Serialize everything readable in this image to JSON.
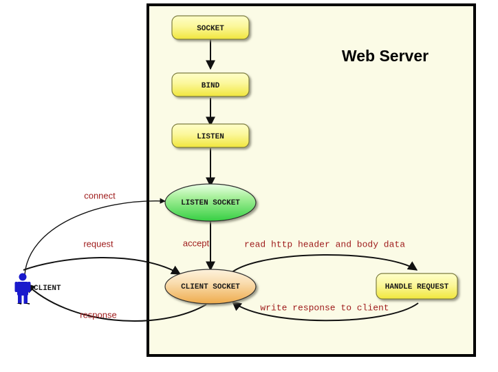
{
  "diagram": {
    "title": "Web Server",
    "boundary": {
      "label": "Web Server",
      "fill": "#fbfbe6",
      "stroke": "#000000"
    },
    "actor": {
      "label": "CLIENT",
      "icon": "person-icon",
      "color": "#1a1acc"
    },
    "nodes": [
      {
        "id": "socket",
        "label": "SOCKET",
        "shape": "rounded-rect",
        "fill_top": "#fdfdb0",
        "fill_bottom": "#f2e744"
      },
      {
        "id": "bind",
        "label": "BIND",
        "shape": "rounded-rect",
        "fill_top": "#fdfdb0",
        "fill_bottom": "#f2e744"
      },
      {
        "id": "listen",
        "label": "LISTEN",
        "shape": "rounded-rect",
        "fill_top": "#fdfdb0",
        "fill_bottom": "#f2e744"
      },
      {
        "id": "listen_socket",
        "label": "LISTEN SOCKET",
        "shape": "ellipse",
        "fill_top": "#e8ffe2",
        "fill_bottom": "#3fd14a"
      },
      {
        "id": "client_socket",
        "label": "CLIENT SOCKET",
        "shape": "ellipse",
        "fill_top": "#fdf0d8",
        "fill_bottom": "#f0ad4e"
      },
      {
        "id": "handle_request",
        "label": "HANDLE REQUEST",
        "shape": "rounded-rect",
        "fill_top": "#fdfdb0",
        "fill_bottom": "#f2e744"
      }
    ],
    "edges": [
      {
        "id": "e_socket_bind",
        "label": "",
        "from": "socket",
        "to": "bind"
      },
      {
        "id": "e_bind_listen",
        "label": "",
        "from": "bind",
        "to": "listen"
      },
      {
        "id": "e_listen_lsock",
        "label": "",
        "from": "listen",
        "to": "listen_socket"
      },
      {
        "id": "e_connect",
        "label": "connect",
        "from": "CLIENT",
        "to": "listen_socket",
        "style": "sans"
      },
      {
        "id": "e_accept",
        "label": "accept",
        "from": "listen_socket",
        "to": "client_socket",
        "style": "sans"
      },
      {
        "id": "e_request",
        "label": "request",
        "from": "CLIENT",
        "to": "client_socket",
        "style": "sans"
      },
      {
        "id": "e_response",
        "label": "response",
        "from": "client_socket",
        "to": "CLIENT",
        "style": "sans"
      },
      {
        "id": "e_read",
        "label": "read http header and body data",
        "from": "client_socket",
        "to": "handle_request",
        "style": "mono"
      },
      {
        "id": "e_write",
        "label": "write response to client",
        "from": "handle_request",
        "to": "client_socket",
        "style": "mono"
      }
    ],
    "label_color": "#9e1b1b"
  }
}
